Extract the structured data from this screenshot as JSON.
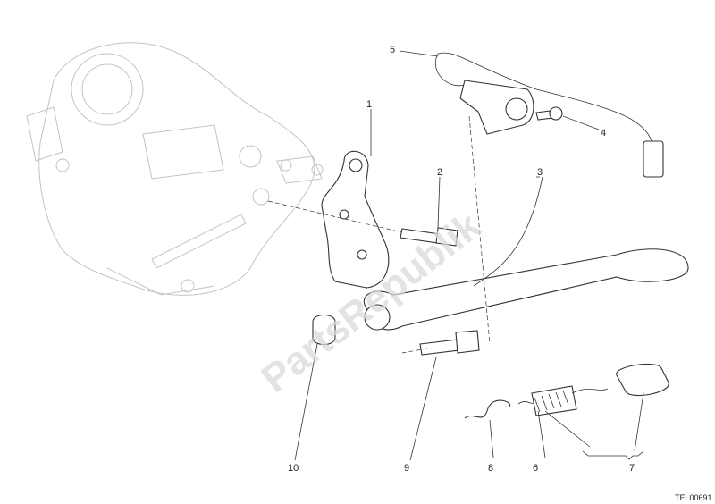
{
  "diagram": {
    "callouts": [
      "1",
      "2",
      "3",
      "4",
      "5",
      "6",
      "7",
      "8",
      "9",
      "10"
    ],
    "drawing_code": "TEL00691",
    "watermark": "PartsRepublik"
  }
}
